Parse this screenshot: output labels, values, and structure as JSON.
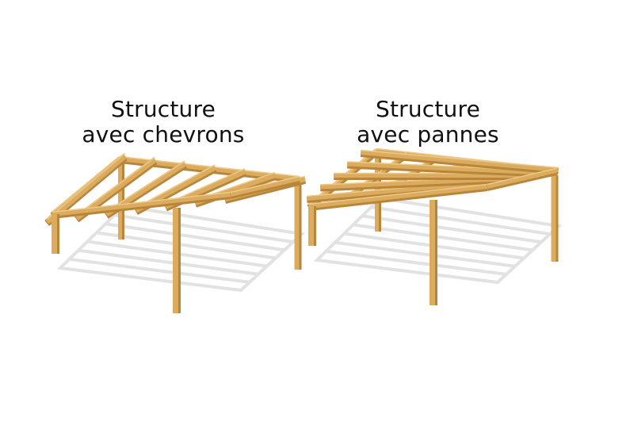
{
  "diagrams": [
    {
      "title_line1": "Structure",
      "title_line2": "avec chevrons",
      "roof_type": "chevrons"
    },
    {
      "title_line1": "Structure",
      "title_line2": "avec pannes",
      "roof_type": "pannes"
    }
  ],
  "colors": {
    "background": "#ffffff",
    "text": "#111111",
    "wood": "#dcac5e",
    "wood_dark": "#b9853a",
    "wood_light": "#ecc98a",
    "shadow": "#e2e2e2"
  }
}
